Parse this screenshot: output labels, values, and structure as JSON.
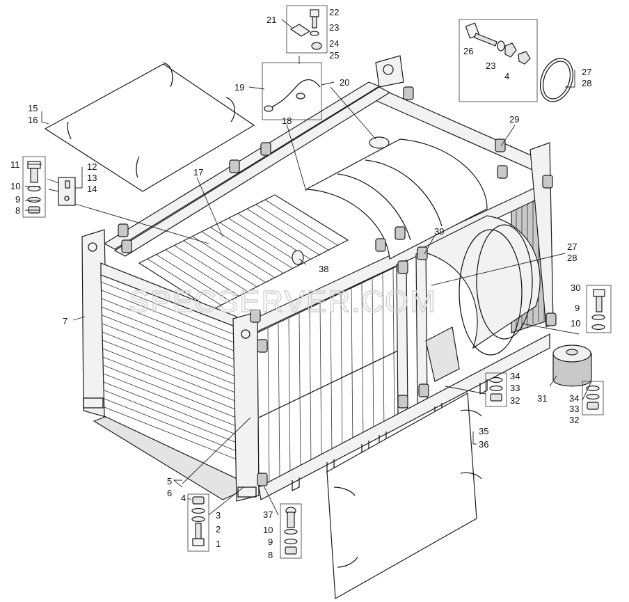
{
  "watermark": "SPECSERVER.COM",
  "callouts": [
    {
      "id": "c15",
      "text": "15"
    },
    {
      "id": "c16",
      "text": "16"
    },
    {
      "id": "c11",
      "text": "11"
    },
    {
      "id": "c10a",
      "text": "10"
    },
    {
      "id": "c9a",
      "text": "9"
    },
    {
      "id": "c8a",
      "text": "8"
    },
    {
      "id": "c12",
      "text": "12"
    },
    {
      "id": "c13",
      "text": "13"
    },
    {
      "id": "c14",
      "text": "14"
    },
    {
      "id": "c7",
      "text": "7"
    },
    {
      "id": "c17",
      "text": "17"
    },
    {
      "id": "c18",
      "text": "18"
    },
    {
      "id": "c19",
      "text": "19"
    },
    {
      "id": "c20",
      "text": "20"
    },
    {
      "id": "c21",
      "text": "21"
    },
    {
      "id": "c22",
      "text": "22"
    },
    {
      "id": "c23a",
      "text": "23"
    },
    {
      "id": "c24",
      "text": "24"
    },
    {
      "id": "c25",
      "text": "25"
    },
    {
      "id": "c26",
      "text": "26"
    },
    {
      "id": "c23b",
      "text": "23"
    },
    {
      "id": "c4a",
      "text": "4"
    },
    {
      "id": "c27a",
      "text": "27"
    },
    {
      "id": "c28a",
      "text": "28"
    },
    {
      "id": "c29",
      "text": "29"
    },
    {
      "id": "c39",
      "text": "39"
    },
    {
      "id": "c38",
      "text": "38"
    },
    {
      "id": "c27b",
      "text": "27"
    },
    {
      "id": "c28b",
      "text": "28"
    },
    {
      "id": "c30",
      "text": "30"
    },
    {
      "id": "c9b",
      "text": "9"
    },
    {
      "id": "c10b",
      "text": "10"
    },
    {
      "id": "c31",
      "text": "31"
    },
    {
      "id": "c34a",
      "text": "34"
    },
    {
      "id": "c33a",
      "text": "33"
    },
    {
      "id": "c32a",
      "text": "32"
    },
    {
      "id": "c34b",
      "text": "34"
    },
    {
      "id": "c33b",
      "text": "33"
    },
    {
      "id": "c32b",
      "text": "32"
    },
    {
      "id": "c35",
      "text": "35"
    },
    {
      "id": "c36",
      "text": "36"
    },
    {
      "id": "c5",
      "text": "5"
    },
    {
      "id": "c6",
      "text": "6"
    },
    {
      "id": "c4b",
      "text": "4"
    },
    {
      "id": "c3",
      "text": "3"
    },
    {
      "id": "c2",
      "text": "2"
    },
    {
      "id": "c1",
      "text": "1"
    },
    {
      "id": "c37",
      "text": "37"
    },
    {
      "id": "c10c",
      "text": "10"
    },
    {
      "id": "c9c",
      "text": "9"
    },
    {
      "id": "c8b",
      "text": "8"
    }
  ]
}
